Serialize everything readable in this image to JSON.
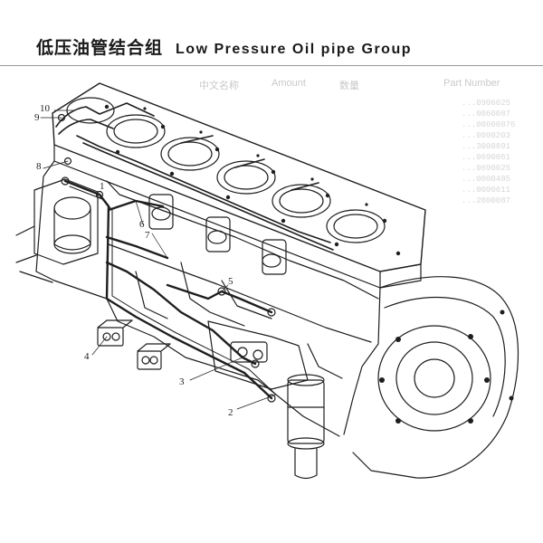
{
  "title": {
    "chinese": "低压油管结合组",
    "english": "Low Pressure Oil pipe Group"
  },
  "ghost_header": {
    "col_amount": "Amount",
    "col_qty_cn": "数量",
    "col_name_cn": "中文名称",
    "col_part_number": "Part Number"
  },
  "ghost_part_numbers": [
    "...0906025",
    "...0060087",
    "...00600876",
    "...0000203",
    "...3000891",
    "...0690061",
    "...0690025",
    "...0000485",
    "...0000611",
    "...2000087"
  ],
  "callouts": [
    {
      "id": "1",
      "label": "1"
    },
    {
      "id": "2",
      "label": "2"
    },
    {
      "id": "3",
      "label": "3"
    },
    {
      "id": "4",
      "label": "4"
    },
    {
      "id": "5",
      "label": "5"
    },
    {
      "id": "6",
      "label": "6"
    },
    {
      "id": "7",
      "label": "7"
    },
    {
      "id": "8",
      "label": "8"
    },
    {
      "id": "9",
      "label": "9"
    },
    {
      "id": "10",
      "label": "10"
    }
  ],
  "colors": {
    "line": "#1e1e1e",
    "ghost": "#cfcfcf",
    "background": "#ffffff"
  }
}
